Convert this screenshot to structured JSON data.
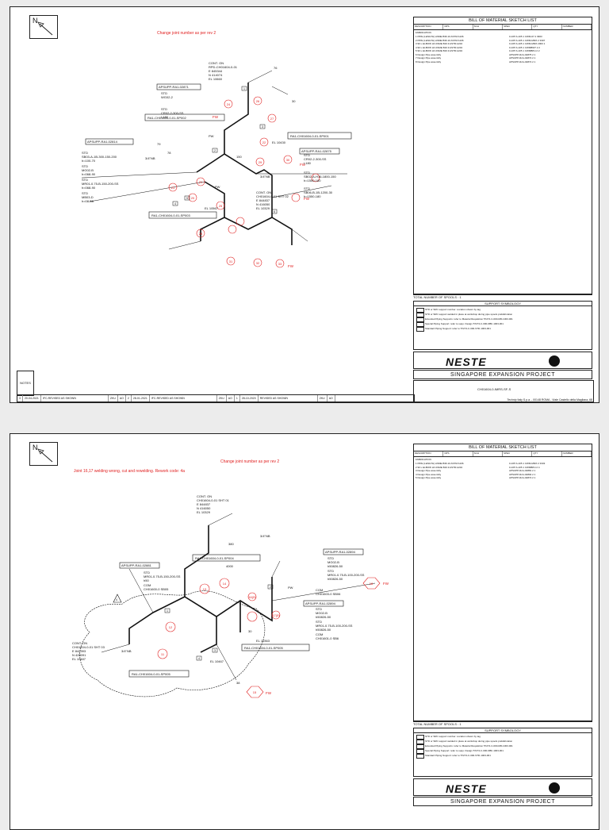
{
  "sheet1": {
    "north_label": "N",
    "revision_note": "Change joint number as per rev 2",
    "bom_title": "BILL OF MATERIAL SKETCH LIST",
    "bom_headers": [
      "DESCRIPTION",
      "NPS",
      "SCH",
      "SPEC",
      "QTY",
      "NUMBER"
    ],
    "bom_section": "FABRICATION",
    "bom_rows": [
      {
        "desc": "1 PIPE (LENGTH) ASME B36.10 ASTM A106",
        "code": "0-105 S-105 1   CWM-07   2   3963"
      },
      {
        "desc": "2 PIPE (LENGTH) ASME B36.10 ASTM A106",
        "code": "0-105 S-105 1   CWM-MMX   2   3307"
      },
      {
        "desc": "3 90 L ELBOW LR ASME B16.9 ASTM A234",
        "code": "0-105 S-105 1   CWM-MMX   2003   1"
      },
      {
        "desc": "4 90 L ELBOW LR ASME B16.9 ASTM A234",
        "code": "0-105 S-105 1   CWMBWT   2   2"
      },
      {
        "desc": "5 90 L ELBOW LR ASME B16.9 ASTM A234",
        "code": "0-105 S-105 1   CWMBPH   2   2"
      },
      {
        "desc": "6 Design Pipe assembly",
        "code": "APSUPP-RA1-02875   2   1"
      },
      {
        "desc": "7 Design Pipe assembly",
        "code": "APSUPP-RA1-02872   2   1"
      },
      {
        "desc": "8 Design Pipe assembly",
        "code": "APSUPP-RA1-02872   2   1"
      }
    ],
    "total_spools": "TOTAL NUMBER OF SPOOLS : 1",
    "symbology_title": "SUPPORT SYMBOLOGY",
    "symbology_items": [
      "STD or SRC support number. Location shown by tag",
      "STD or SRC support welded in place at workshop during pipe spools prefabrication",
      "Extended Piping Supports: refer to Material Requisition 57274-C-000-MR-1003-001",
      "Special Piping Support: refer to supp. Design 57274-C-000-DBF-1003-001",
      "Standard Piping Support: refer to 57274-C-000-STD-1003-001"
    ],
    "logo_text": "NESTE",
    "project_title": "SINGAPORE EXPANSION PROJECT",
    "notes_label": "NOTES",
    "revisions": [
      {
        "rev": "3",
        "date": "20-04-2021",
        "desc": "IFC-REVISED AS SHOWN",
        "by": "ZKU",
        "chk": "AO"
      },
      {
        "rev": "2",
        "date": "28-01-2021",
        "desc": "IFC-REVISED AS SHOWN",
        "by": "ZKU",
        "chk": "AO"
      },
      {
        "rev": "1",
        "date": "28-10-2020",
        "desc": "REVISED AS SHOWN",
        "by": "ZKU",
        "chk": "AO"
      }
    ],
    "drawing_number": "CH01604-0-IMRS-SF-S",
    "footer": "Technip Italy S.p.a. - 00148 ROMA - Viale Castello della Magliana, 68"
  },
  "sheet2": {
    "north_label": "N",
    "revision_note": "Change joint number as per rev 2",
    "weld_note": "Joint 16,17 welding wrong, cut and rewelding. Rework code: 4a",
    "bom_title": "BILL OF MATERIAL SKETCH LIST",
    "bom_headers": [
      "DESCRIPTION",
      "NPS",
      "SCH",
      "SPEC",
      "QTY",
      "NUMBER"
    ],
    "bom_section": "FABRICATION",
    "bom_rows": [
      {
        "desc": "1 PIPE (LENGTH) ASME B36.10 ASTM A106",
        "code": "0-105 S-105 1   CWM-MMX   2   3333"
      },
      {
        "desc": "2 90 L ELBOW LR ASME B16.9 ASTM A234",
        "code": "0-105 S-105 1   CWMBPH   2   4"
      },
      {
        "desc": "3 Design Pipe assembly",
        "code": "APSUPP-RA1-02881   2   1"
      },
      {
        "desc": "4 Design Pipe assembly",
        "code": "APSUPP-RA1-02894   2   1"
      },
      {
        "desc": "5 Design Pipe assembly",
        "code": "APSUPP-RA1-02872   2   1"
      }
    ],
    "total_spools": "TOTAL NUMBER OF SPOOLS : 1",
    "symbology_title": "SUPPORT SYMBOLOGY",
    "symbology_items": [
      "STD or SRC support number. Location shown by tag",
      "STD or SRC support welded in place at workshop during pipe spools prefabrication",
      "Extended Piping Supports: refer to Material Requisition 57274-C-000-MR-1003-001",
      "Special Piping Support: refer to supp. Design 57274-C-000-DBF-1003-001",
      "Standard Piping Support: refer to 57274-C-000-STD-1003-001"
    ],
    "logo_text": "NESTE",
    "project_title": "SINGAPORE EXPANSION PROJECT"
  },
  "labels1": {
    "cont_top": "CONT. ON",
    "cont_top_ref": "RPD-CH01604-0-01",
    "e1": "E 845344",
    "n1": "N 414074",
    "el1": "EL 10660",
    "stdA": "STD",
    "stdA_code": "WG02-2",
    "stdB": "STD",
    "stdB_code": "CR02-2-300-SS",
    "stdB_len": "l-180",
    "tag1": "RA1-CH01604-0-01-SP002",
    "tag2": "RA1-CH01604-0-01-SP001",
    "tag3": "RA1-CH01604-0-01-SP003",
    "support1": "APSUPP-RA1-02871",
    "support2": "APSUPP-RA1-02814",
    "support3": "APSUPP-RA1-02875",
    "std_left1": "STD",
    "std_left1_code": "SB03-A-1B-300-150-200",
    "std_left1_len": "h=100-70",
    "std_left2": "STD",
    "std_left2_code": "MG02-B",
    "std_left2_len": "h=068-90",
    "std_left3": "STD",
    "std_left3_code": "MR01-0.75-B-150-200-SS",
    "std_left3_len": "h=068-90",
    "std_left4": "STD",
    "std_left4_code": "MB03-D",
    "std_left4_len": "h=08-58",
    "std_right1": "STD",
    "std_right1_code": "CR02-2-300-SS",
    "std_right1_len": "l-180",
    "std_right2": "STD",
    "std_right2_code": "SB02-A-H16-1800-150",
    "std_right2_len": "h=1550-180",
    "std_right3": "STD",
    "std_right3_code": "SB06-B-1B-1200-30",
    "std_right3_len": "h=1550-180",
    "cont_bot": "CONT. ON",
    "cont_bot_ref": "CH01604-0-01 SHT 02",
    "e2": "E 844837",
    "n2": "N 416050",
    "el2": "EL 10329",
    "nb": "3/4\"NB",
    "nb2": "3/4\"NB",
    "el_mid": "EL 10430",
    "el_low": "EL 10567",
    "fw": "FW",
    "fw2": "FW",
    "fw3": "FW",
    "fw4": "FW",
    "pw": "PW",
    "pw2": "PW",
    "dim76": "76",
    "dim79": "79",
    "dim78": "78",
    "dim30": "30",
    "dim150": "150",
    "w1": "1",
    "w2": "2",
    "w3": "3",
    "w4": "4",
    "w5": "5",
    "w6": "6",
    "c24": "24",
    "c26": "26",
    "c27": "27",
    "c22": "22",
    "c29": "29",
    "c30": "30",
    "c21": "21",
    "c25": "25",
    "c23": "23",
    "c28": "28",
    "c20": "20",
    "c31": "31",
    "c32": "32",
    "c33": "33"
  },
  "labels2": {
    "cont_top": "CONT. ON",
    "cont_top_ref": "CH01604-0-01 SHT 01",
    "e1": "E 844837",
    "n1": "N 416050",
    "el1": "EL 10329",
    "dim380": "380",
    "nb": "3/4\"NB",
    "nb2": "3/4\"NB",
    "dim4000": "4000",
    "tag1": "RA1-CH01604-0-01-SP004",
    "tag2": "RA1-CH01604-0-01-SP005",
    "tag3": "RA1-CH01604-0-01-SP005",
    "support1": "APSUPP-RA1-02881",
    "support2": "APSUPP-RA1-02894",
    "support3": "APSUPP-RA1-02894",
    "stdA": "STD",
    "stdA_code": "MR01-0.75-B-150-200-SS",
    "stdA_len": "h50",
    "comA": "COM",
    "comA_code": "CH01600-0 SB05",
    "stdB": "STD",
    "stdB_code": "MG02-B",
    "stdB_len": "h50826-50",
    "stdC": "STD",
    "stdC_code": "MR01-0.75-B-100-200-SS",
    "stdC_len": "h50826-50",
    "comC": "COM",
    "comC_code": "CH01603-0 SB06",
    "stdD": "STD",
    "stdD_code": "MG02-B",
    "stdD_len": "h50826-50",
    "stdE": "STD",
    "stdE_code": "MR01-0.75-B-100-200-SS",
    "stdE_len": "h50826-50",
    "comE": "COM",
    "comE_code": "CH01601-0 SB6",
    "cont_bot": "CONT. ON",
    "cont_bot_ref": "CH01604-0-01 SHT 03",
    "e2": "E 842393",
    "n2": "N 420091",
    "el2": "EL 10487",
    "el_mid": "EL 10363",
    "el_low": "EL 10467",
    "fw": "FW",
    "fw2": "FW",
    "pw": "PW",
    "dim38": "38",
    "dim30": "30",
    "c18": "18",
    "c15": "15",
    "c12": "12",
    "c13": "13",
    "c14": "14",
    "c11": "11",
    "c16": "16(5)",
    "c17": "17(5)",
    "w1": "1",
    "w2": "2",
    "w3": "3",
    "w4": "4",
    "triangle": "4"
  }
}
